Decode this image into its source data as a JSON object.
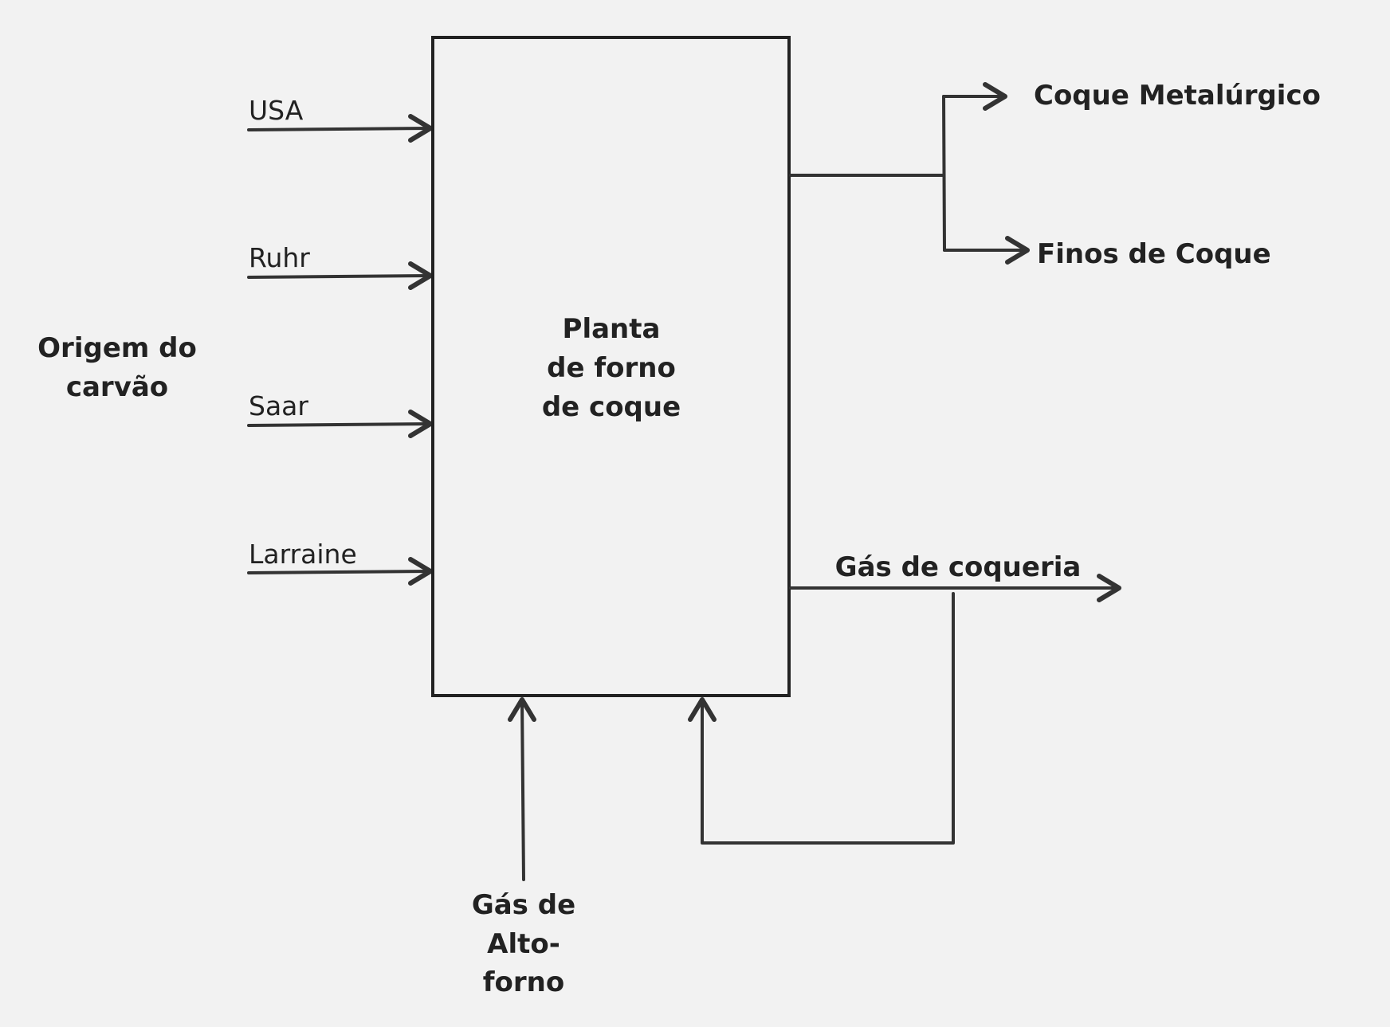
{
  "source_label": [
    "Origem do",
    "carvão"
  ],
  "plant_label": [
    "Planta",
    "de forno",
    "de coque"
  ],
  "inputs": [
    "USA",
    "Ruhr",
    "Saar",
    "Larraine"
  ],
  "outputs": {
    "coque_metalurgico": "Coque Metalúrgico",
    "finos_de_coque": "Finos de Coque",
    "gas_de_coqueria": "Gás de coqueria"
  },
  "blast_furnace_gas": [
    "Gás de",
    "Alto-",
    "forno"
  ],
  "colors": {
    "background": "#f2f2f2",
    "stroke": "#333333",
    "text": "#222222"
  }
}
